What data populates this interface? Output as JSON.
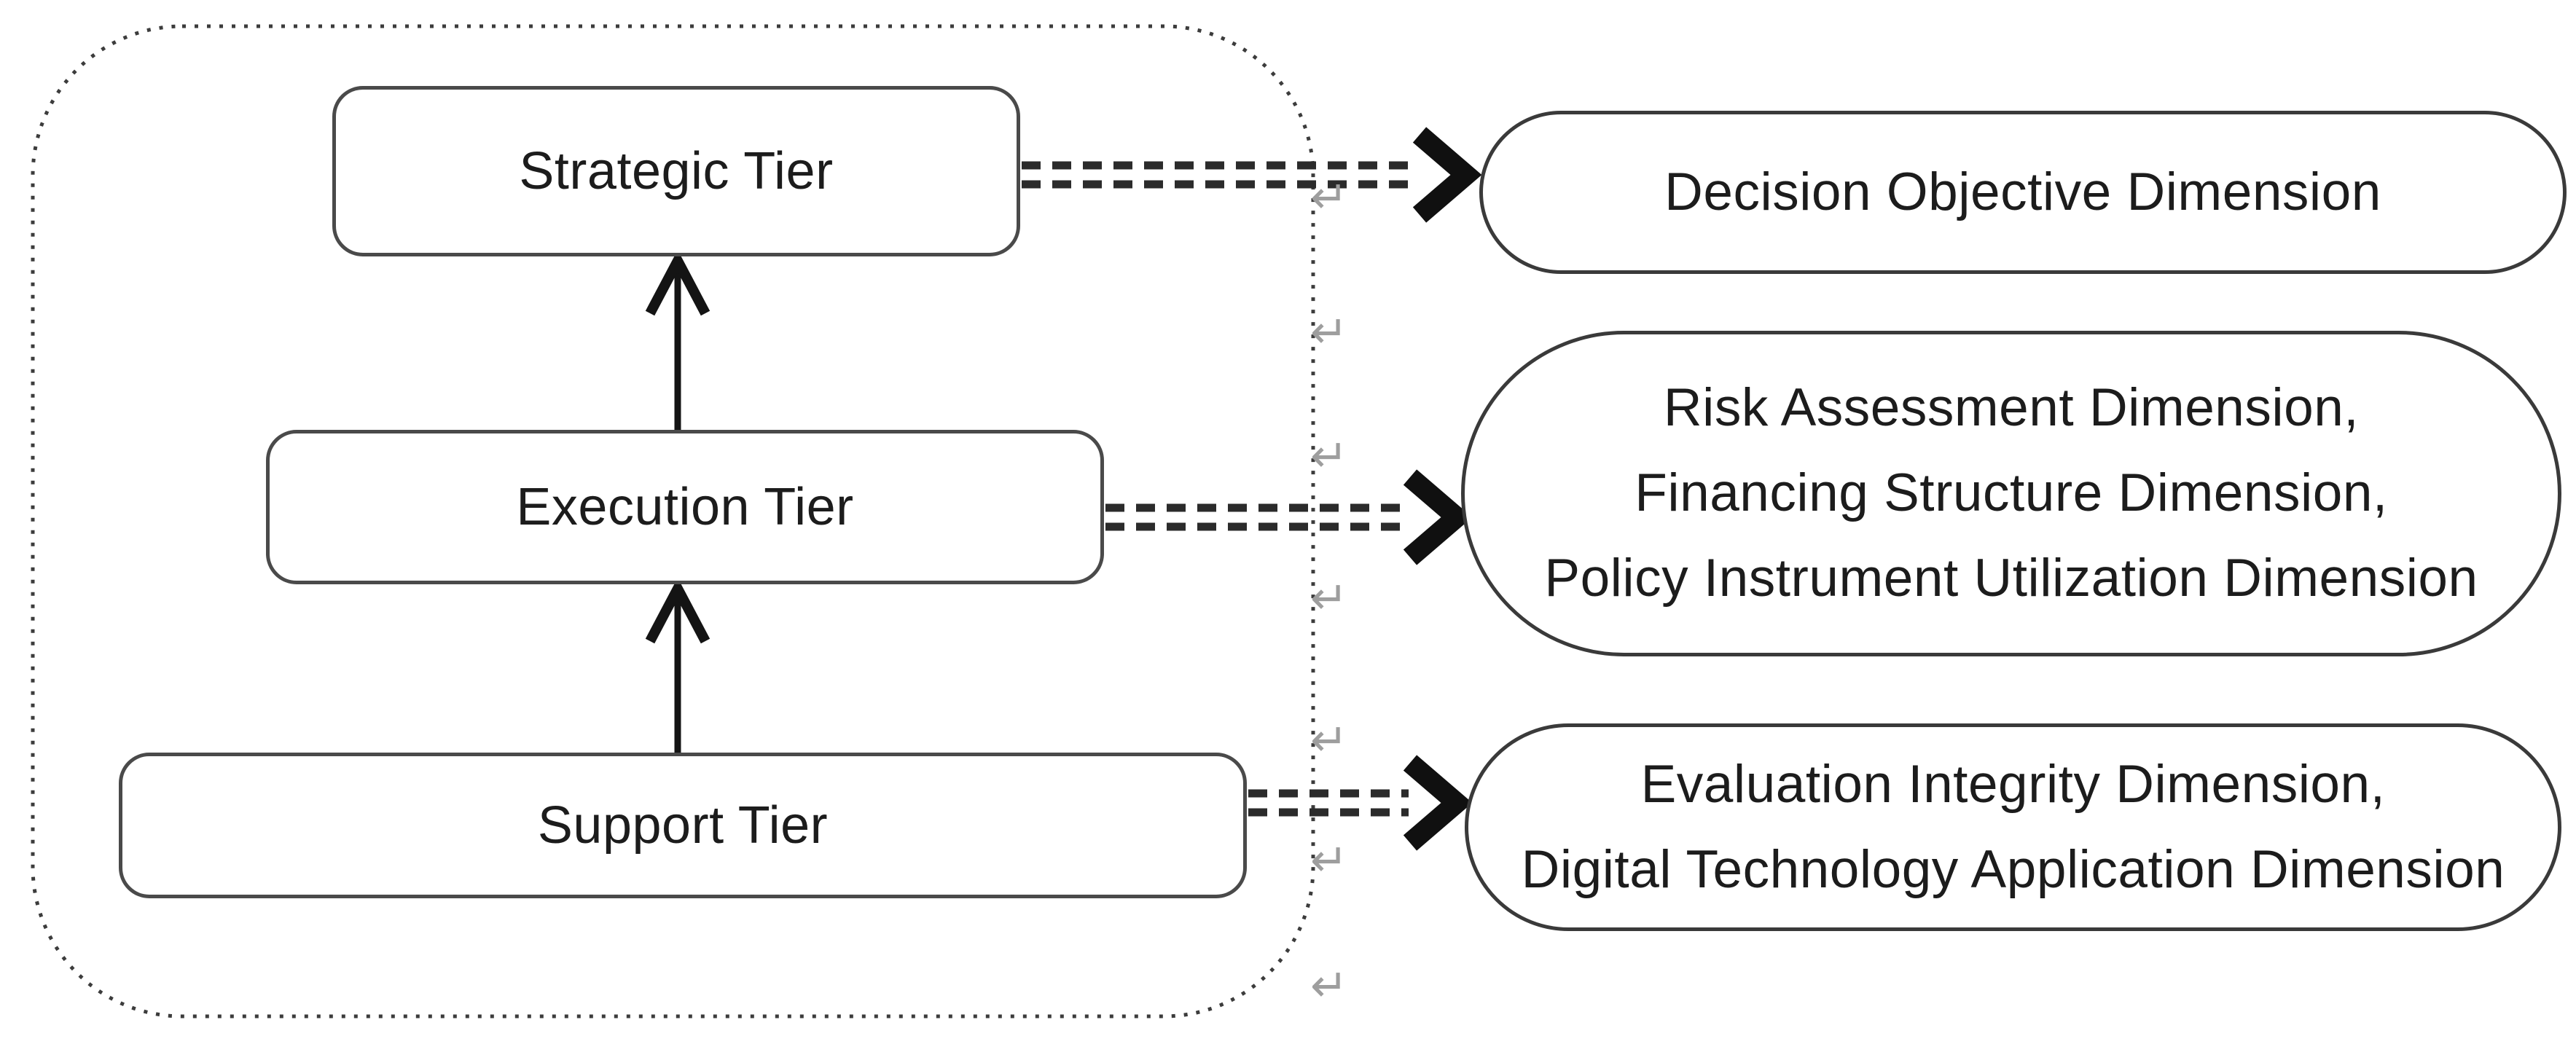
{
  "figure": {
    "background": "#ffffff",
    "tier_group": {
      "boxes": [
        {
          "label": "Strategic Tier"
        },
        {
          "label": "Execution Tier"
        },
        {
          "label": "Support Tier"
        }
      ]
    },
    "dimension_ovals": [
      {
        "lines": [
          "Decision Objective Dimension"
        ]
      },
      {
        "lines": [
          "Risk Assessment Dimension,",
          "Financing Structure Dimension,",
          "Policy Instrument Utilization Dimension"
        ]
      },
      {
        "lines": [
          "Evaluation Integrity Dimension,",
          "Digital Technology Application Dimension"
        ]
      }
    ],
    "connections": [
      {
        "from": "Support Tier",
        "to": "Execution Tier",
        "style": "solid-arrow-up"
      },
      {
        "from": "Execution Tier",
        "to": "Strategic Tier",
        "style": "solid-arrow-up"
      },
      {
        "from": "Strategic Tier",
        "to": "Decision Objective Dimension",
        "style": "double-dashed-arrow"
      },
      {
        "from": "Execution Tier",
        "to": "Risk Assessment / Financing Structure / Policy Instrument Utilization Dimensions",
        "style": "double-dashed-arrow"
      },
      {
        "from": "Support Tier",
        "to": "Evaluation Integrity / Digital Technology Application Dimensions",
        "style": "double-dashed-arrow"
      }
    ],
    "return_marker": "↵",
    "colors": {
      "box_border": "#4a4a4a",
      "oval_border": "#3a3a3a",
      "text": "#1c1c1c",
      "solid_arrow": "#141414",
      "dashed_connector": "#2b2b2b",
      "frame_dots": "#3c3c3c",
      "return_marker": "#9e9e9e",
      "background": "#ffffff"
    }
  }
}
